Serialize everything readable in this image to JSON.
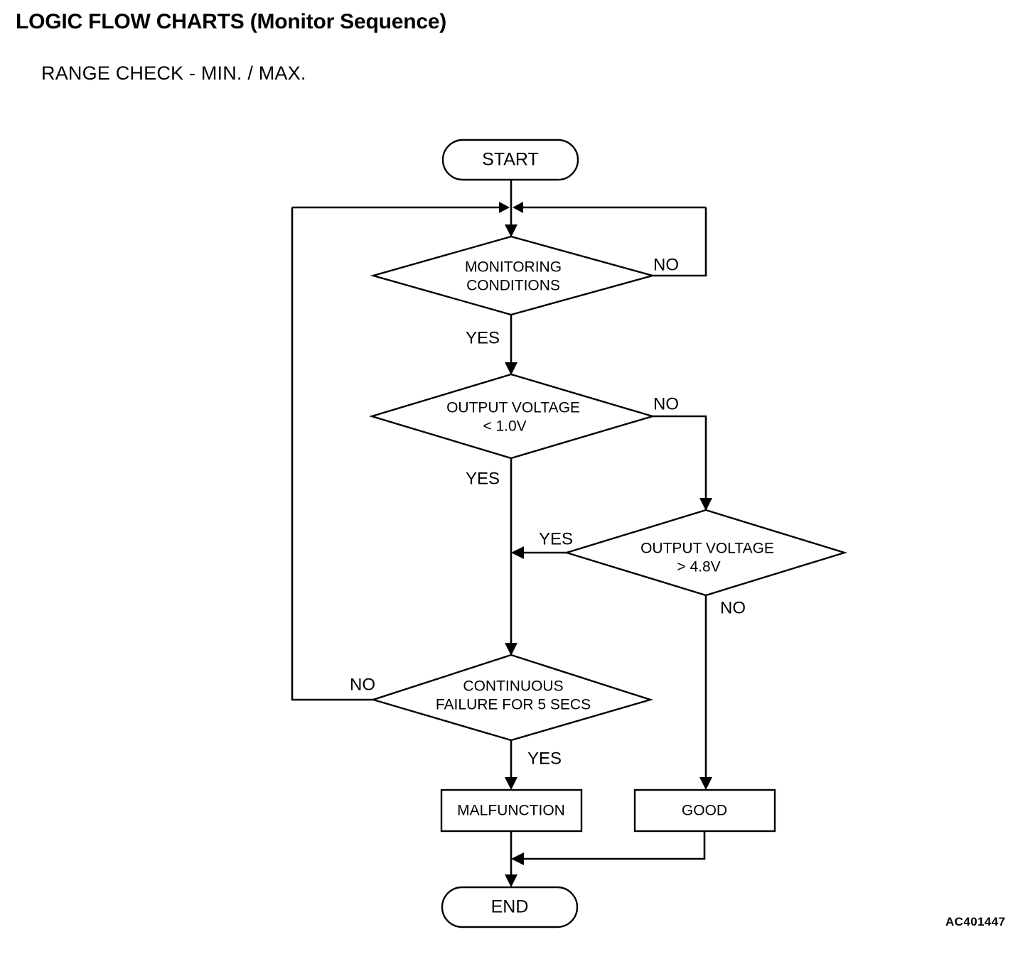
{
  "document": {
    "title": "LOGIC FLOW CHARTS (Monitor Sequence)",
    "subtitle": "RANGE CHECK - MIN. / MAX.",
    "reference_code": "AC401447"
  },
  "chart_data": {
    "type": "diagram",
    "diagram_kind": "flowchart",
    "title": "RANGE CHECK - MIN. / MAX.",
    "orientation": "top-to-bottom",
    "nodes": [
      {
        "id": "start",
        "shape": "terminator",
        "label": "START"
      },
      {
        "id": "d1",
        "shape": "decision",
        "label_line1": "MONITORING",
        "label_line2": "CONDITIONS"
      },
      {
        "id": "d2",
        "shape": "decision",
        "label_line1": "OUTPUT VOLTAGE",
        "label_line2": "< 1.0V"
      },
      {
        "id": "d3",
        "shape": "decision",
        "label_line1": "OUTPUT VOLTAGE",
        "label_line2": "> 4.8V"
      },
      {
        "id": "d4",
        "shape": "decision",
        "label_line1": "CONTINUOUS",
        "label_line2": "FAILURE FOR 5 SECS"
      },
      {
        "id": "malfunction",
        "shape": "process",
        "label": "MALFUNCTION"
      },
      {
        "id": "good",
        "shape": "process",
        "label": "GOOD"
      },
      {
        "id": "end",
        "shape": "terminator",
        "label": "END"
      }
    ],
    "edges": [
      {
        "from": "start",
        "to": "d1",
        "label": ""
      },
      {
        "from": "d1",
        "to": "d2",
        "label": "YES"
      },
      {
        "from": "d1",
        "to": "d1",
        "label": "NO",
        "note": "loops back to node entry"
      },
      {
        "from": "d2",
        "to": "d4",
        "label": "YES"
      },
      {
        "from": "d2",
        "to": "d3",
        "label": "NO"
      },
      {
        "from": "d3",
        "to": "d4",
        "label": "YES"
      },
      {
        "from": "d3",
        "to": "good",
        "label": "NO"
      },
      {
        "from": "d4",
        "to": "malfunction",
        "label": "YES"
      },
      {
        "from": "d4",
        "to": "d1",
        "label": "NO",
        "note": "loops back to node entry"
      },
      {
        "from": "malfunction",
        "to": "end",
        "label": ""
      },
      {
        "from": "good",
        "to": "end",
        "label": ""
      }
    ],
    "branch_labels": {
      "d1_no": "NO",
      "d1_yes": "YES",
      "d2_no": "NO",
      "d2_yes": "YES",
      "d3_yes": "YES",
      "d3_no": "NO",
      "d4_no": "NO",
      "d4_yes": "YES"
    },
    "colors": {
      "stroke": "#000000",
      "fill": "#ffffff",
      "text": "#000000"
    }
  }
}
